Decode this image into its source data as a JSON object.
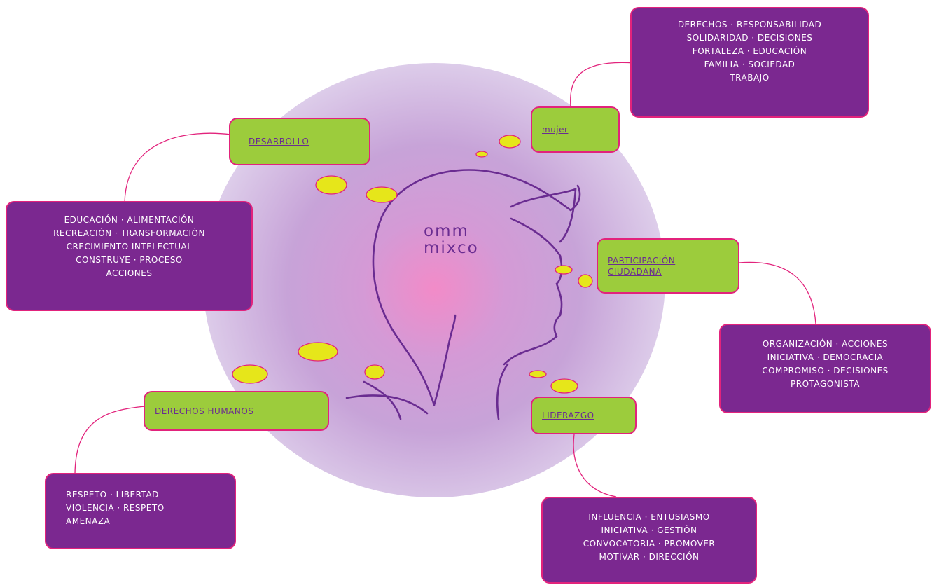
{
  "center": {
    "line1": "omm",
    "line2": "mixco"
  },
  "branches": {
    "mujer": {
      "label": "mujer",
      "terms": [
        "DERECHOS · RESPONSABILIDAD",
        "SOLIDARIDAD · DECISIONES",
        "FORTALEZA · EDUCACIÓN",
        "FAMILIA · SOCIEDAD",
        "TRABAJO"
      ]
    },
    "desarrollo": {
      "label": "DESARROLLO",
      "terms": [
        "EDUCACIÓN · ALIMENTACIÓN",
        "RECREACIÓN · TRANSFORMACIÓN",
        "CRECIMIENTO INTELECTUAL",
        "CONSTRUYE · PROCESO",
        "ACCIONES"
      ]
    },
    "participacion": {
      "label_line1": "PARTICIPACIÓN",
      "label_line2": "CIUDADANA",
      "terms": [
        "ORGANIZACIÓN · ACCIONES",
        "INICIATIVA · DEMOCRACIA",
        "COMPROMISO · DECISIONES",
        "PROTAGONISTA"
      ]
    },
    "derechos_humanos": {
      "label": "DERECHOS HUMANOS",
      "terms": [
        "RESPETO · LIBERTAD",
        "VIOLENCIA · RESPETO",
        "AMENAZA"
      ]
    },
    "liderazgo": {
      "label": "LIDERAZGO",
      "terms": [
        "INFLUENCIA · ENTUSIASMO",
        "INICIATIVA · GESTIÓN",
        "CONVOCATORIA · PROMOVER",
        "MOTIVAR · DIRECCIÓN"
      ]
    }
  },
  "colors": {
    "node_green": "#9ccc3c",
    "node_purple": "#7b2890",
    "border_pink": "#e2237c",
    "text_purple": "#6a2c91",
    "bubble_yellow": "#e6e61a"
  }
}
